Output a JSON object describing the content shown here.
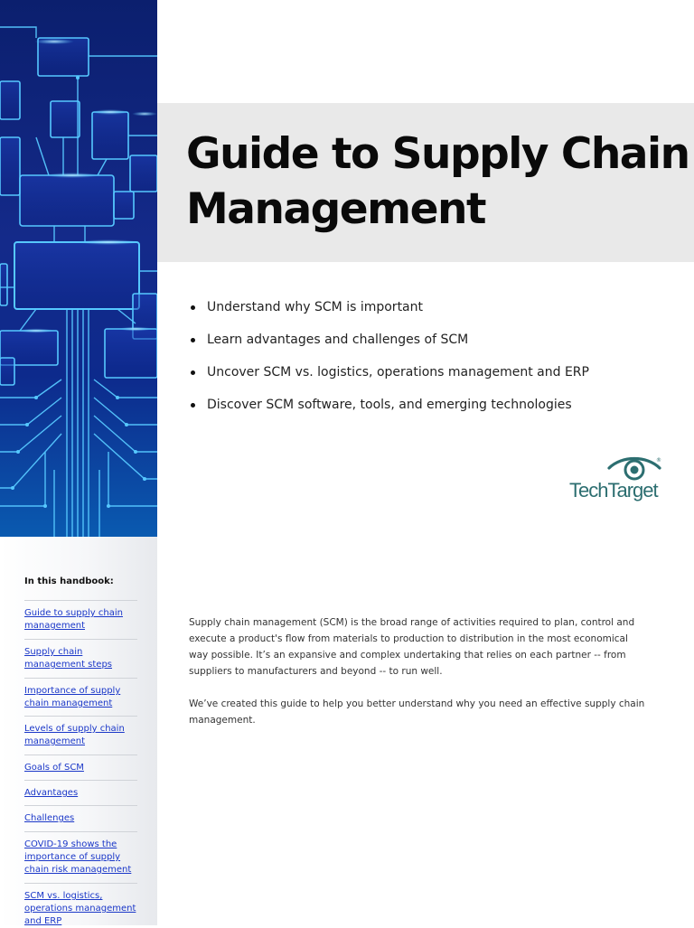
{
  "title_lines": [
    "Guide to Supply Chain",
    "Management"
  ],
  "bullets": [
    "Understand why SCM is important",
    "Learn advantages and challenges of SCM",
    "Uncover SCM vs. logistics, operations management and ERP",
    "Discover SCM software, tools, and emerging technologies"
  ],
  "logo": {
    "text": "TechTarget",
    "registered": "®",
    "icon": "eye-icon",
    "color": "#2c6e70"
  },
  "sidebar": {
    "heading": "In this handbook:",
    "items": [
      [
        "Guide to supply chain",
        "management"
      ],
      [
        "Supply chain",
        "management steps"
      ],
      [
        "Importance of supply",
        "chain management"
      ],
      [
        "Levels of supply chain",
        "management"
      ],
      [
        "Goals of SCM"
      ],
      [
        "Advantages"
      ],
      [
        "Challenges"
      ],
      [
        "COVID-19 shows the",
        "importance of supply",
        "chain risk management"
      ],
      [
        "SCM vs. logistics,",
        "operations management",
        "and ERP"
      ]
    ],
    "link_color": "#1a37c8"
  },
  "intro_paragraphs": [
    "Supply chain management (SCM) is the broad range of activities required to plan, control and execute a product's flow from materials to production to distribution in the most economical way possible. It’s an expansive and complex undertaking that relies on each partner -- from suppliers to manufacturers and beyond -- to run well.",
    "We’ve created this guide to help you better understand why you need an effective supply chain management."
  ],
  "colors": {
    "title_band": "#e9e9e9",
    "hero_dark": "#0b1f6e",
    "hero_glow": "#4fc3ff"
  }
}
